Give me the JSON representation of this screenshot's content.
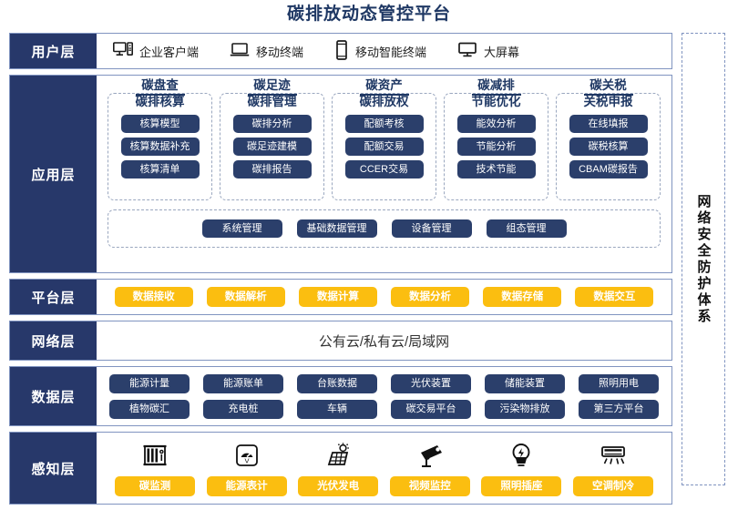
{
  "title": "碳排放动态管控平台",
  "security_band": {
    "label": "网络安全防护体系"
  },
  "layers": {
    "user": {
      "label": "用户层",
      "items": [
        {
          "icon": "desktop-tower-icon",
          "label": "企业客户端"
        },
        {
          "icon": "laptop-icon",
          "label": "移动终端"
        },
        {
          "icon": "smartphone-icon",
          "label": "移动智能终端"
        },
        {
          "icon": "monitor-icon",
          "label": "大屏幕"
        }
      ]
    },
    "application": {
      "label": "应用层",
      "groups": [
        {
          "cap": "碳盘查",
          "sub": "碳排核算",
          "items": [
            "核算模型",
            "核算数据补充",
            "核算清单"
          ]
        },
        {
          "cap": "碳足迹",
          "sub": "碳排管理",
          "items": [
            "碳排分析",
            "碳足迹建模",
            "碳排报告"
          ]
        },
        {
          "cap": "碳资产",
          "sub": "碳排放权",
          "items": [
            "配额考核",
            "配额交易",
            "CCER交易"
          ]
        },
        {
          "cap": "碳减排",
          "sub": "节能优化",
          "items": [
            "能效分析",
            "节能分析",
            "技术节能"
          ]
        },
        {
          "cap": "碳关税",
          "sub": "关税申报",
          "items": [
            "在线填报",
            "碳税核算",
            "CBAM碳报告"
          ]
        }
      ],
      "management": [
        "系统管理",
        "基础数据管理",
        "设备管理",
        "组态管理"
      ]
    },
    "platform": {
      "label": "平台层",
      "items": [
        "数据接收",
        "数据解析",
        "数据计算",
        "数据分析",
        "数据存储",
        "数据交互"
      ]
    },
    "network": {
      "label": "网络层",
      "text": "公有云/私有云/局域网"
    },
    "data": {
      "label": "数据层",
      "row1": [
        "能源计量",
        "能源账单",
        "台账数据",
        "光伏装置",
        "储能装置",
        "照明用电"
      ],
      "row2": [
        "植物碳汇",
        "充电桩",
        "车辆",
        "碳交易平台",
        "污染物排放",
        "第三方平台"
      ]
    },
    "sensing": {
      "label": "感知层",
      "items": [
        {
          "icon": "carbon-sensor-icon",
          "label": "碳监测"
        },
        {
          "icon": "energy-meter-icon",
          "label": "能源表计"
        },
        {
          "icon": "solar-panel-icon",
          "label": "光伏发电"
        },
        {
          "icon": "cctv-camera-icon",
          "label": "视频监控"
        },
        {
          "icon": "lightbulb-icon",
          "label": "照明插座"
        },
        {
          "icon": "air-conditioner-icon",
          "label": "空调制冷"
        }
      ]
    }
  },
  "colors": {
    "navy": "#27386a",
    "pill_navy": "#2b3f6b",
    "yellow": "#fbbe10",
    "border": "#8094c0",
    "title": "#1f3864"
  }
}
